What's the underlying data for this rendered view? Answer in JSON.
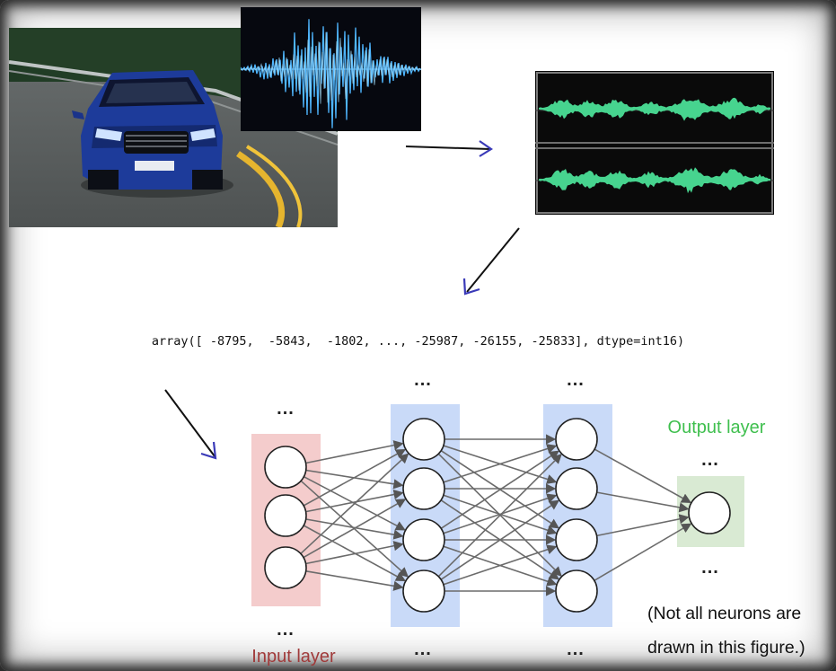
{
  "array_line": "array([ -8795,  -5843,  -1802, ..., -25987, -26155, -25833], dtype=int16)",
  "labels": {
    "output_layer": "Output layer",
    "input_layer": "Input layer",
    "note_line1": "(Not all neurons are",
    "note_line2": "drawn in this figure.)"
  },
  "ellipsis": "...",
  "network": {
    "layers": [
      {
        "name": "input",
        "neurons": 3
      },
      {
        "name": "hidden-1",
        "neurons": 4
      },
      {
        "name": "hidden-2",
        "neurons": 4
      },
      {
        "name": "output",
        "neurons": 1
      }
    ]
  },
  "colors": {
    "input_band": "#f4cccc",
    "hidden_band": "#c9daf8",
    "output_band": "#d9ead3",
    "output_label": "#3fbf4e",
    "input_label": "#a03a3a",
    "arrow": "#3a3ab8",
    "waveform": "#47d48f",
    "car_body": "#1d3b9a"
  }
}
